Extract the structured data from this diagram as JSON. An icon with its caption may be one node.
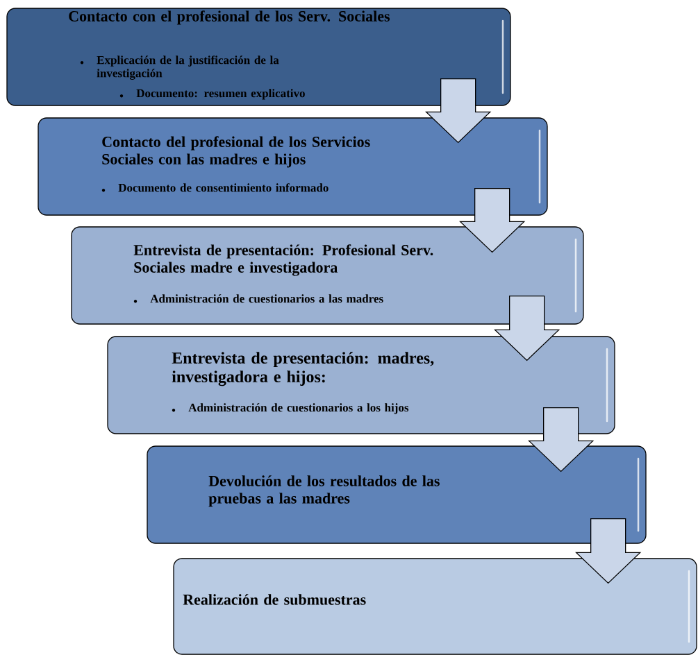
{
  "diagram": {
    "nodes": [
      {
        "text": [
          "Contacto con el profesional de los Serv. Sociales",
          "Explicación de la justificación de la investigación",
          "Documento: resumen explicativo"
        ]
      },
      {
        "text": [
          "Contacto del profesional de los Servicios Sociales con las madres e hijos",
          "Documento de consentimiento informado"
        ]
      },
      {
        "text": [
          "Entrevista de presentación: Profesional Serv. Sociales madre e investigadora",
          "Administración de cuestionarios a las madres"
        ]
      },
      {
        "text": [
          "Entrevista de presentación: madres, investigadora e hijos:",
          "Administración de cuestionarios a los hijos"
        ]
      },
      {
        "text": [
          "Devolución de los resultados de las pruebas a las madres"
        ]
      },
      {
        "text": [
          "Realización de submuestras"
        ]
      }
    ],
    "edges": [
      {
        "from": 0,
        "to": 1,
        "arrow": "to"
      },
      {
        "from": 1,
        "to": 2,
        "arrow": "to"
      },
      {
        "from": 2,
        "to": 3,
        "arrow": "to"
      },
      {
        "from": 3,
        "to": 4,
        "arrow": "to"
      },
      {
        "from": 4,
        "to": 5,
        "arrow": "to"
      }
    ]
  }
}
